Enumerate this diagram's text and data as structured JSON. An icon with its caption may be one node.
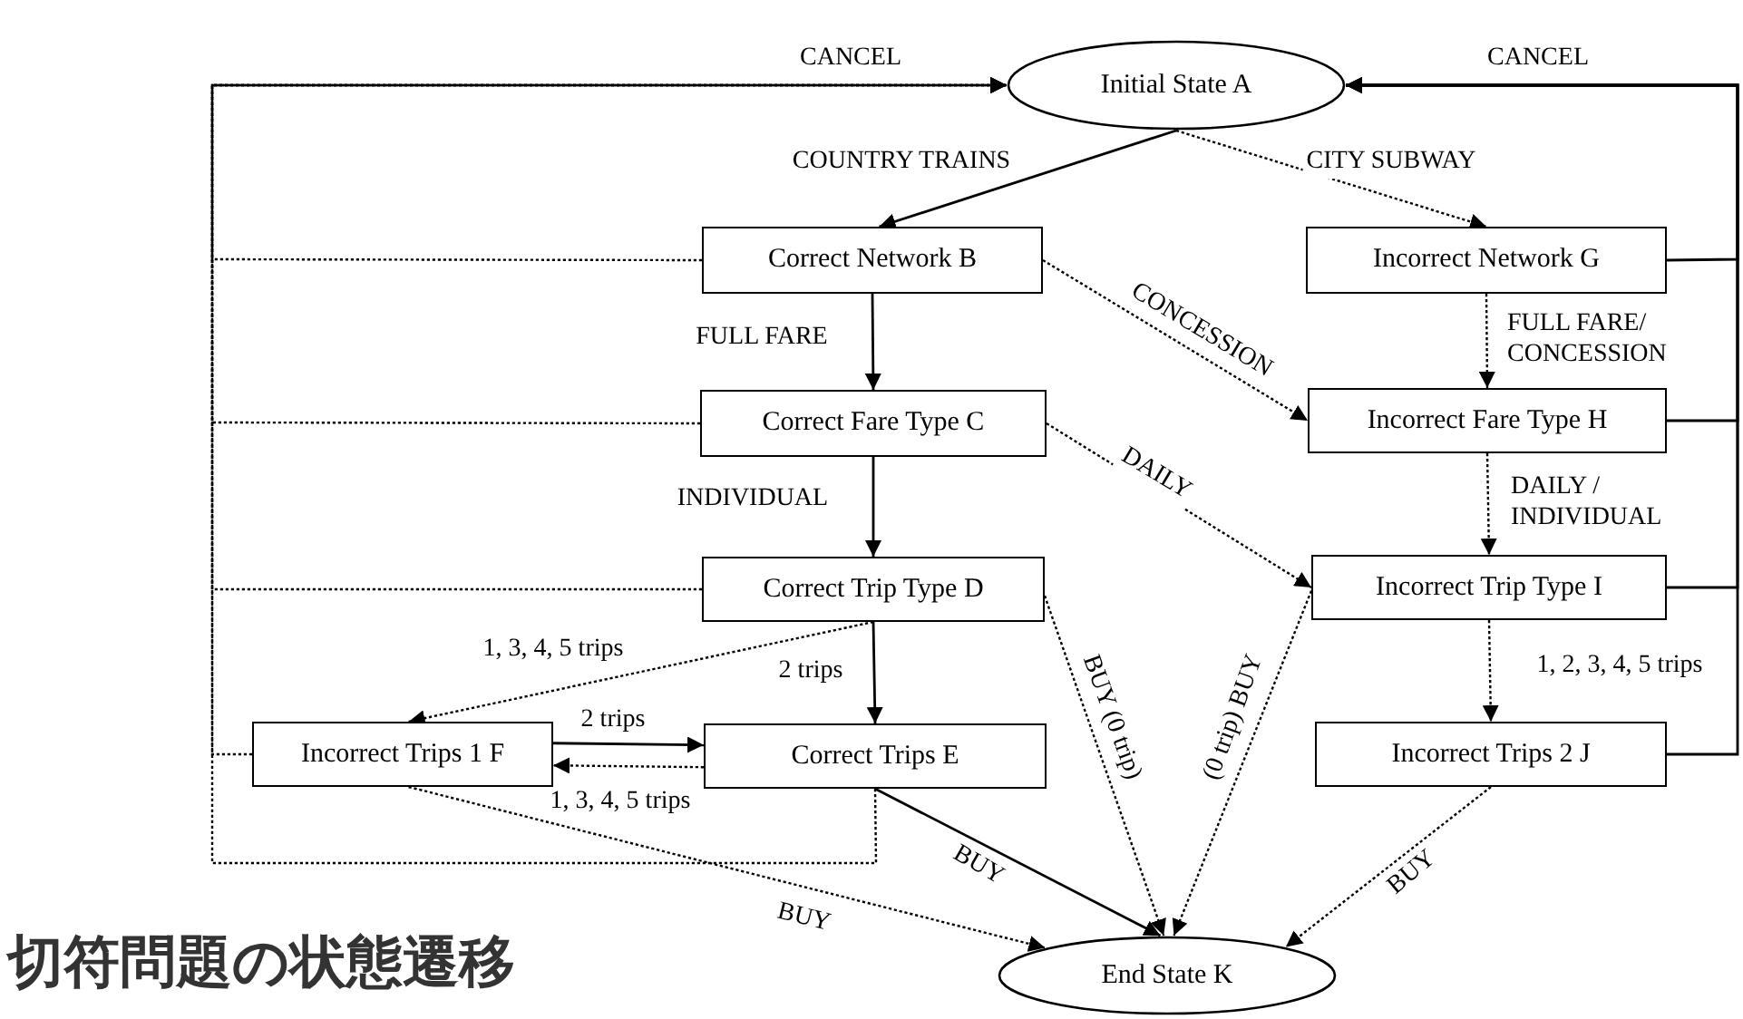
{
  "diagram": {
    "title": "切符問題の状態遷移",
    "nodes": [
      {
        "text": [
          "Initial State A"
        ]
      },
      {
        "text": [
          "Correct Network B"
        ]
      },
      {
        "text": [
          "Correct Fare Type C"
        ]
      },
      {
        "text": [
          "Correct Trip Type D"
        ]
      },
      {
        "text": [
          "Incorrect Trips 1 F"
        ]
      },
      {
        "text": [
          "Correct Trips E"
        ]
      },
      {
        "text": [
          "Incorrect Network G"
        ]
      },
      {
        "text": [
          "Incorrect Fare Type H"
        ]
      },
      {
        "text": [
          "Incorrect Trip Type I"
        ]
      },
      {
        "text": [
          "Incorrect Trips 2 J"
        ]
      },
      {
        "text": [
          "End State K"
        ]
      }
    ],
    "edges": [
      {
        "from": 0,
        "to": 1,
        "arrow": "to",
        "label": "COUNTRY TRAINS"
      },
      {
        "from": 0,
        "to": 6,
        "arrow": "to",
        "label": "CITY SUBWAY",
        "style": "dashed"
      },
      {
        "from": 1,
        "to": 2,
        "arrow": "to",
        "label": "FULL FARE"
      },
      {
        "from": 1,
        "to": 7,
        "arrow": "to",
        "label": "CONCESSION",
        "style": "dashed"
      },
      {
        "from": 6,
        "to": 7,
        "arrow": "to",
        "label": "FULL FARE/ CONCESSION",
        "style": "dashed"
      },
      {
        "from": 2,
        "to": 3,
        "arrow": "to",
        "label": "INDIVIDUAL"
      },
      {
        "from": 2,
        "to": 8,
        "arrow": "to",
        "label": "DAILY",
        "style": "dashed"
      },
      {
        "from": 7,
        "to": 8,
        "arrow": "to",
        "label": "DAILY / INDIVIDUAL",
        "style": "dashed"
      },
      {
        "from": 3,
        "to": 4,
        "arrow": "to",
        "label": "1, 3, 4, 5 trips",
        "style": "dashed"
      },
      {
        "from": 3,
        "to": 5,
        "arrow": "to",
        "label": "2 trips"
      },
      {
        "from": 4,
        "to": 5,
        "arrow": "to",
        "label": "2 trips"
      },
      {
        "from": 5,
        "to": 4,
        "arrow": "to",
        "label": "1, 3, 4, 5 trips",
        "style": "dashed"
      },
      {
        "from": 3,
        "to": 10,
        "arrow": "to",
        "label": "BUY (0 trip)",
        "style": "dashed"
      },
      {
        "from": 8,
        "to": 10,
        "arrow": "to",
        "label": "(0 trip) BUY",
        "style": "dashed"
      },
      {
        "from": 8,
        "to": 9,
        "arrow": "to",
        "label": "1, 2, 3, 4, 5 trips",
        "style": "dashed"
      },
      {
        "from": 5,
        "to": 10,
        "arrow": "to",
        "label": "BUY"
      },
      {
        "from": 4,
        "to": 10,
        "arrow": "to",
        "label": "BUY",
        "style": "dashed"
      },
      {
        "from": 9,
        "to": 10,
        "arrow": "to",
        "label": "BUY",
        "style": "dashed"
      },
      {
        "from": 1,
        "to": 0,
        "arrow": "to",
        "label": "CANCEL",
        "style": "dashed"
      },
      {
        "from": 2,
        "to": 0,
        "arrow": "to",
        "style": "dashed"
      },
      {
        "from": 3,
        "to": 0,
        "arrow": "to",
        "style": "dashed"
      },
      {
        "from": 4,
        "to": 0,
        "arrow": "to",
        "style": "dashed"
      },
      {
        "from": 5,
        "to": 0,
        "arrow": "to",
        "style": "dashed"
      },
      {
        "from": 6,
        "to": 0,
        "arrow": "to",
        "label": "CANCEL"
      },
      {
        "from": 7,
        "to": 0,
        "arrow": "to"
      },
      {
        "from": 8,
        "to": 0,
        "arrow": "to"
      },
      {
        "from": 9,
        "to": 0,
        "arrow": "to"
      }
    ]
  }
}
